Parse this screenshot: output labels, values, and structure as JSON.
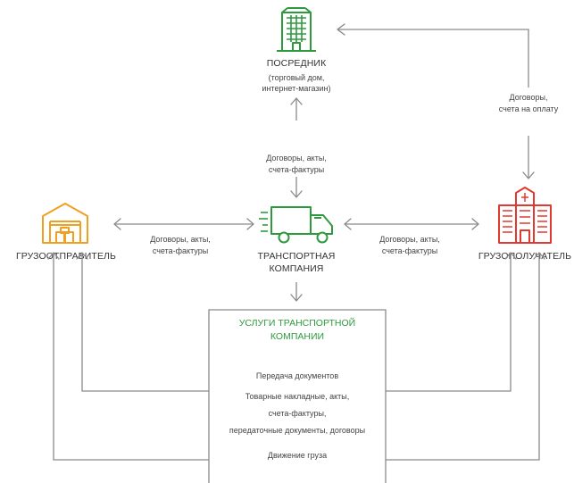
{
  "nodes": {
    "intermediary": {
      "title": "ПОСРЕДНИК",
      "subtitle_line1": "(торговый дом,",
      "subtitle_line2": "интернет-магазин)"
    },
    "shipper": {
      "title": "ГРУЗООТПРАВИТЕЛЬ"
    },
    "transport_company": {
      "title_line1": "ТРАНСПОРТНАЯ",
      "title_line2": "КОМПАНИЯ"
    },
    "consignee": {
      "title": "ГРУЗОПОЛУЧАТЕЛЬ"
    }
  },
  "edges": {
    "intermediary_to_transport": {
      "line1": "Договоры, акты,",
      "line2": "счета-фактуры"
    },
    "consignee_to_intermediary": {
      "line1": "Договоры,",
      "line2": "счета на оплату"
    },
    "shipper_transport": {
      "line1": "Договоры, акты,",
      "line2": "счета-фактуры"
    },
    "transport_consignee": {
      "line1": "Договоры, акты,",
      "line2": "счета-фактуры"
    }
  },
  "services": {
    "title_line1": "УСЛУГИ ТРАНСПОРТНОЙ",
    "title_line2": "КОМПАНИИ",
    "documents_line1": "Передача документов",
    "documents_line2": "Товарные накладные, акты,",
    "documents_line3": "счета-фактуры,",
    "documents_line4": "передаточные документы, договоры",
    "cargo_movement": "Движение груза"
  },
  "colors": {
    "green": "#2e9a3e",
    "orange": "#f0a020",
    "red": "#e03a30",
    "line": "#8a8a8a",
    "text": "#333333"
  },
  "icons": {
    "intermediary": "office-building-icon",
    "shipper": "warehouse-icon",
    "transport_company": "truck-icon",
    "consignee": "hospital-building-icon"
  }
}
